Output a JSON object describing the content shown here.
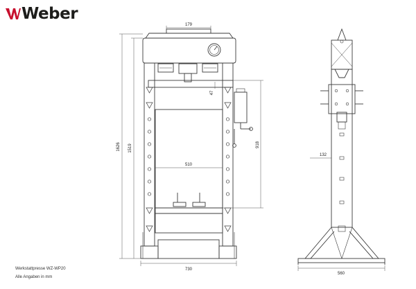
{
  "brand": {
    "name": "Weber",
    "accent": "#c8102e",
    "text_color": "#1d1d1b"
  },
  "drawing": {
    "line_color": "#3a3a3a",
    "dim_color": "#555555",
    "dimensions": {
      "top_cylinder_width": "179",
      "overall_height": "1626",
      "frame_height": "1519",
      "ram_offset": "47",
      "working_height": "918",
      "table_width": "510",
      "base_width": "730",
      "column_spacing": "132",
      "side_depth": "560"
    }
  },
  "captions": {
    "model": "Werkstattpresse WZ-WP20",
    "units": "Alle Angaben in mm"
  }
}
